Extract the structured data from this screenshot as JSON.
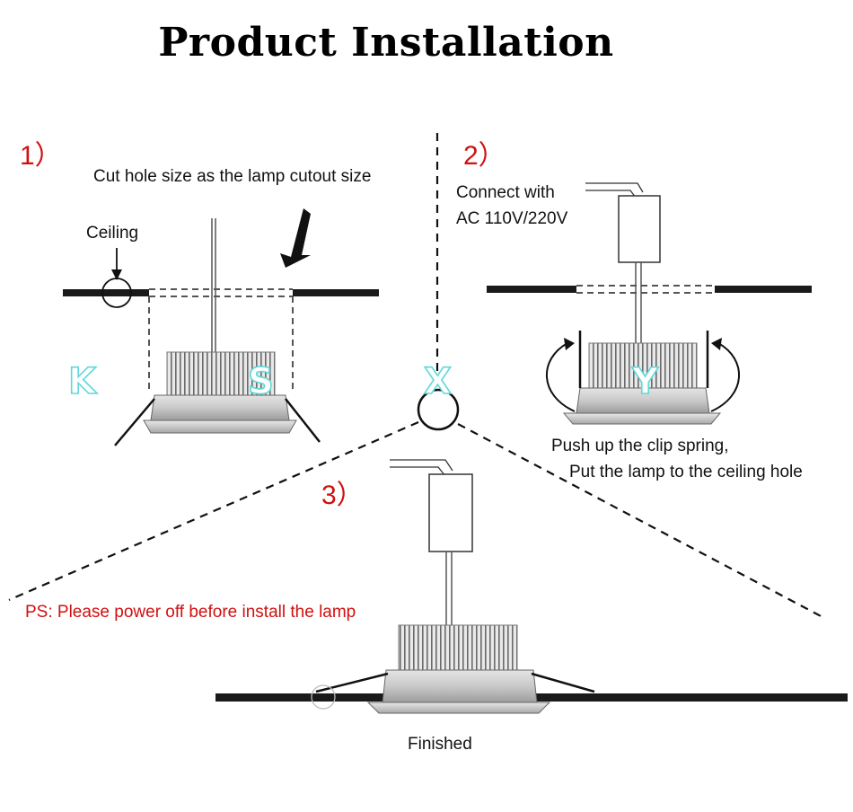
{
  "title": "Product Installation",
  "steps": [
    {
      "number": "1）",
      "caption": "Cut hole size as the lamp cutout size",
      "label": "Ceiling"
    },
    {
      "number": "2）",
      "caption_line1": "Connect with",
      "caption_line2": "AC 110V/220V",
      "note_line1": "Push up the clip spring,",
      "note_line2": "Put the lamp to the ceiling hole"
    },
    {
      "number": "3）",
      "caption": "Finished"
    }
  ],
  "warning": "PS: Please power off before install the lamp",
  "watermark": [
    "K",
    "S",
    "X",
    "Y"
  ],
  "colors": {
    "accent_red": "#d01010",
    "watermark": "#5ed8d8",
    "line": "#111111"
  }
}
